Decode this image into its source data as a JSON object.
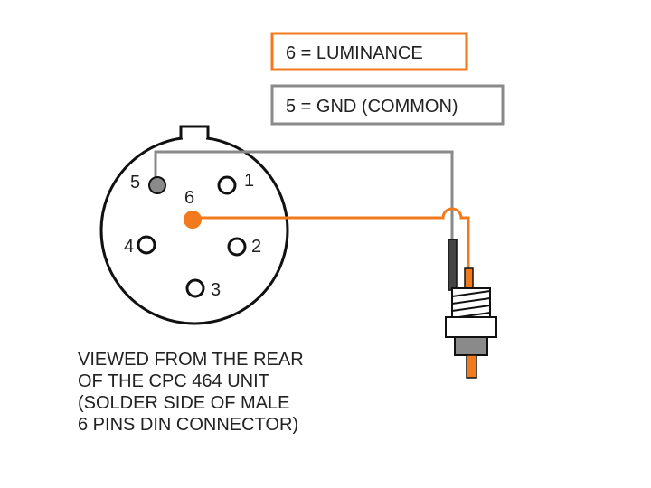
{
  "legend": {
    "luminance": {
      "text": "6 = LUMINANCE",
      "color": "#f07a1c"
    },
    "ground": {
      "text": "5 = GND (COMMON)",
      "color": "#8a8a8a"
    }
  },
  "pins": [
    {
      "label": "1",
      "state": "unused"
    },
    {
      "label": "2",
      "state": "unused"
    },
    {
      "label": "3",
      "state": "unused"
    },
    {
      "label": "4",
      "state": "unused"
    },
    {
      "label": "5",
      "state": "ground"
    },
    {
      "label": "6",
      "state": "luminance"
    }
  ],
  "caption": [
    "VIEWED FROM THE REAR",
    "OF THE CPC 464 UNIT",
    "(SOLDER SIDE OF MALE",
    "6 PINS DIN CONNECTOR)"
  ],
  "colors": {
    "luminance_wire": "#f07a1c",
    "ground_wire": "#8a8a8a",
    "outline": "#111111"
  }
}
